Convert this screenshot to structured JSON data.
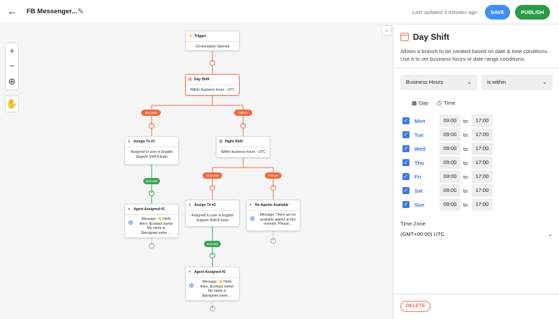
{
  "header": {
    "back_icon": "arrow-left-icon",
    "title": "FB Messenger...",
    "edit_icon": "pencil-icon",
    "last_updated": "Last updated 3 minutes ago",
    "save_label": "SAVE",
    "publish_label": "PUBLISH"
  },
  "canvas": {
    "tools": [
      "zoom-in-icon",
      "zoom-out-icon",
      "recenter-icon",
      "pan-hand-icon"
    ],
    "collapse_icon": "chevron-right-icon",
    "nodes": {
      "trigger": {
        "title": "Trigger",
        "body": "Conversation Opened"
      },
      "day_shift": {
        "title": "Day Shift",
        "body": "Within business hours - UTC"
      },
      "assign1": {
        "title": "Assign To #1",
        "body": "Assigned to user in English Support Shift A team"
      },
      "night_shift": {
        "title": "Night Shift",
        "body": "Within business hours - UTC"
      },
      "agent1": {
        "title": "Agent Assigned #1",
        "body": "Message: 👋 Hello there, $contact.name! My name is $assignee.name ..."
      },
      "assign2": {
        "title": "Assign To #2",
        "body": "Assigned to user in English Support Shift B team"
      },
      "no_agents": {
        "title": "No Agents Available",
        "body": "Message: There are no available agents at this moment. Please..."
      },
      "agent2": {
        "title": "Agent Assigned #2",
        "body": "Message: 👋 Hello there, $contact.name! My name is $assignee.name ..."
      }
    },
    "pills": {
      "success": "Success",
      "failure": "Failure"
    }
  },
  "panel": {
    "title": "Day Shift",
    "description": "Allows a branch to be created based on date & time conditions. Use it to set business hours or date range conditions.",
    "condition_select": "Business Hours",
    "operator_select": "is within",
    "col_day": "Day",
    "col_time": "Time",
    "to_label": "to",
    "days": [
      {
        "day": "Mon",
        "from": "09:00",
        "to": "17:00",
        "checked": true
      },
      {
        "day": "Tue",
        "from": "09:00",
        "to": "17:00",
        "checked": true
      },
      {
        "day": "Wed",
        "from": "09:00",
        "to": "17:00",
        "checked": true
      },
      {
        "day": "Thu",
        "from": "09:00",
        "to": "17:00",
        "checked": true
      },
      {
        "day": "Fri",
        "from": "09:00",
        "to": "17:00",
        "checked": true
      },
      {
        "day": "Sat",
        "from": "09:00",
        "to": "17:00",
        "checked": true
      },
      {
        "day": "Sun",
        "from": "09:00",
        "to": "17:00",
        "checked": true
      }
    ],
    "timezone_label": "Time Zone",
    "timezone_value": "(GMT+00:00) UTC",
    "delete_label": "DELETE"
  },
  "colors": {
    "accent": "#3f8ef6",
    "publish": "#2a9c45",
    "branch_red": "#e8734f",
    "success_green": "#3aa55a",
    "failure_orange": "#f06a3b",
    "checkbox_blue": "#3f78e0"
  }
}
